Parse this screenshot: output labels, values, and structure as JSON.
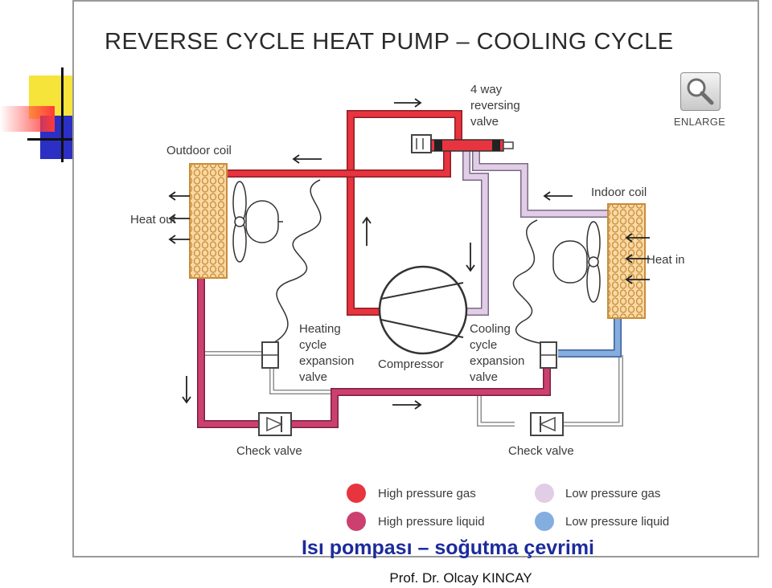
{
  "title": "REVERSE CYCLE HEAT PUMP – COOLING CYCLE",
  "enlarge": {
    "label": "ENLARGE",
    "icon": "magnifier-icon"
  },
  "labels": {
    "valve_4way_1": "4 way",
    "valve_4way_2": "reversing",
    "valve_4way_3": "valve",
    "outdoor_coil": "Outdoor coil",
    "heat_out": "Heat out",
    "indoor_coil": "Indoor coil",
    "heat_in": "Heat in",
    "heating_exp_1": "Heating",
    "heating_exp_2": "cycle",
    "heating_exp_3": "expansion",
    "heating_exp_4": "valve",
    "compressor": "Compressor",
    "cooling_exp_1": "Cooling",
    "cooling_exp_2": "cycle",
    "cooling_exp_3": "expansion",
    "cooling_exp_4": "valve",
    "check_valve_left": "Check valve",
    "check_valve_right": "Check valve"
  },
  "legend": [
    {
      "label": "High pressure gas",
      "color": "#e8343f"
    },
    {
      "label": "Low pressure gas",
      "color": "#e2cde6"
    },
    {
      "label": "High pressure liquid",
      "color": "#cc4070"
    },
    {
      "label": "Low pressure liquid",
      "color": "#84aee0"
    }
  ],
  "colors": {
    "high_pressure_gas": "#e8343f",
    "low_pressure_gas": "#e2cde6",
    "high_pressure_liquid": "#cc4070",
    "low_pressure_liquid": "#84aee0",
    "caption": "#1c2b9c"
  },
  "caption": "Isı pompası – soğutma çevrimi",
  "author": "Prof. Dr. Olcay KINCAY"
}
